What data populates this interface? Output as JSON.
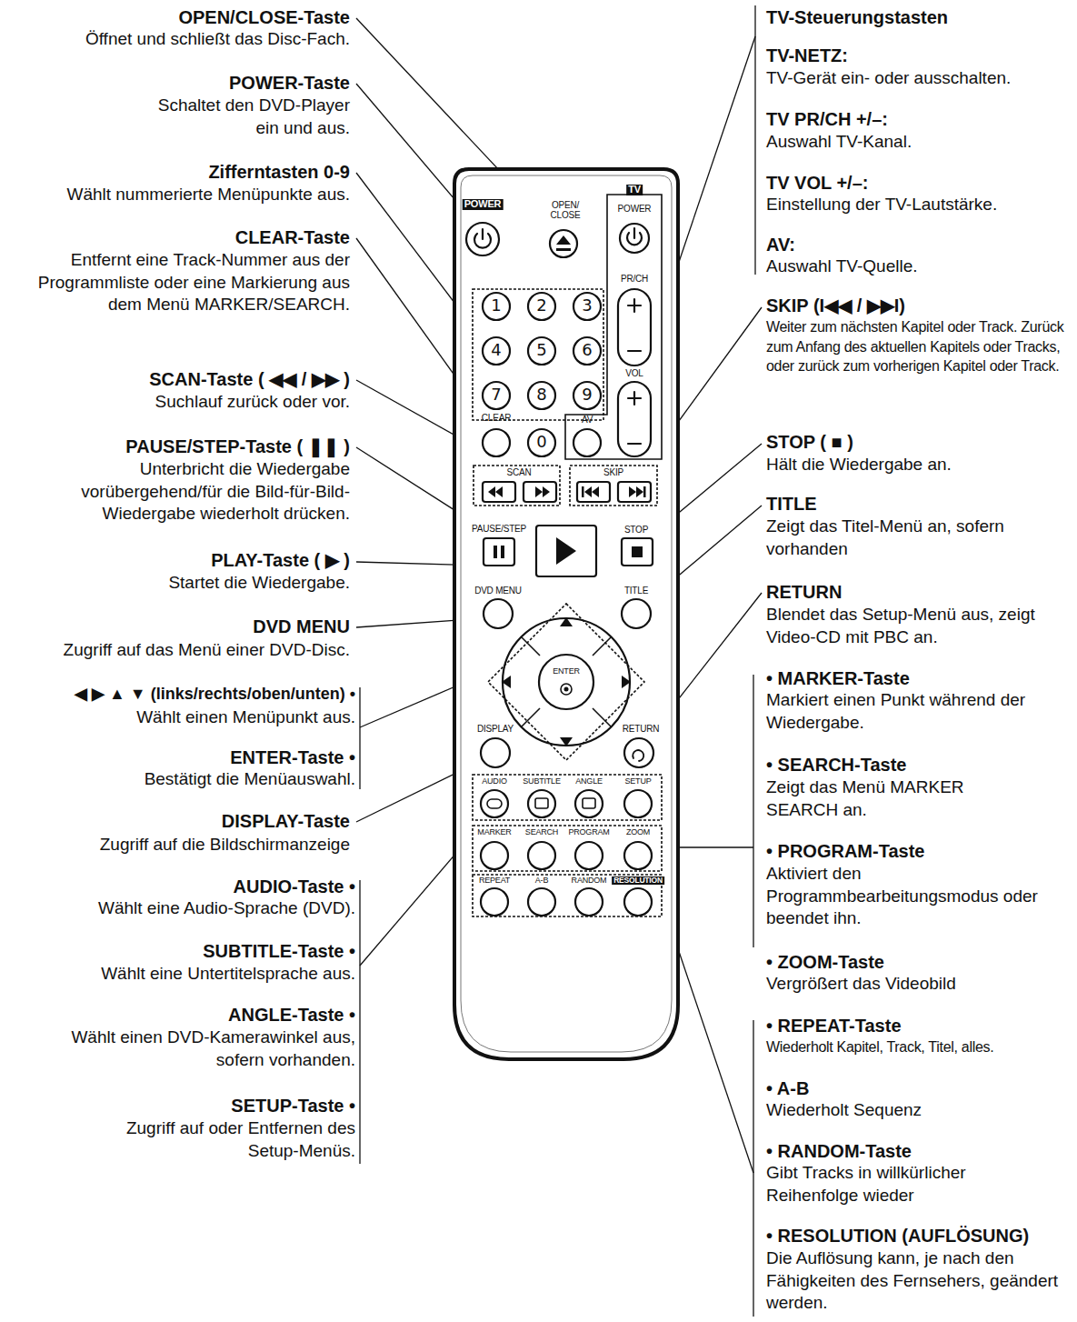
{
  "diagram": {
    "labels": [
      "OPEN/CLOSE-Taste",
      "Öffnet und schließt das Disc-Fach.",
      "POWER-Taste",
      "Schaltet den DVD-Player ein und aus.",
      "Zifferntasten 0-9",
      "Wählt nummerierte Menüpunkte aus.",
      "CLEAR-Taste",
      "Entfernt eine Track-Nummer aus der Programmliste oder eine Markierung aus dem Menü MARKER/SEARCH.",
      "SCAN-Taste ( ◀◀ / ▶▶ )",
      "Suchlauf zurück oder vor.",
      "PAUSE/STEP-Taste ( ❚❚ )",
      "Unterbricht die Wiedergabe vorübergehend/für die Bild-für-Bild-Wiedergabe wiederholt drücken.",
      "PLAY-Taste ( ▶ )",
      "Startet die Wiedergabe.",
      "DVD MENU",
      "Zugriff auf das Menü einer DVD-Disc.",
      "◀ ▶ ▲ ▼ (links/rechts/oben/unten) •",
      "Wählt einen Menüpunkt aus.",
      "ENTER-Taste •",
      "Bestätigt die Menüauswahl.",
      "DISPLAY-Taste",
      "Zugriff auf die Bildschirmanzeige",
      "AUDIO-Taste •",
      "Wählt eine Audio-Sprache (DVD).",
      "SUBTITLE-Taste •",
      "Wählt eine Untertitelsprache aus.",
      "ANGLE-Taste •",
      "Wählt einen DVD-Kamerawinkel aus, sofern vorhanden.",
      "SETUP-Taste •",
      "Zugriff auf oder Entfernen des Setup-Menüs.",
      "TV-Steuerungstasten",
      "TV-NETZ:",
      "TV-Gerät ein- oder ausschalten.",
      "TV PR/CH +/–:",
      "Auswahl TV-Kanal.",
      "TV VOL +/–:",
      "Einstellung der TV-Lautstärke.",
      "AV:",
      "Auswahl TV-Quelle.",
      "SKIP (I◀◀ / ▶▶I)",
      "Weiter zum nächsten Kapitel oder Track. Zurück zum Anfang des aktuellen Kapitels oder Tracks, oder zurück zum vorherigen Kapitel oder Track.",
      "STOP ( ■ )",
      "Hält die Wiedergabe an.",
      "TITLE",
      "Zeigt das Titel-Menü an, sofern vorhanden",
      "RETURN",
      "Blendet das Setup-Menü aus, zeigt Video-CD mit PBC an.",
      "• MARKER-Taste",
      "Markiert einen Punkt während der Wiedergabe.",
      "• SEARCH-Taste",
      "Zeigt das Menü MARKER SEARCH an.",
      "• PROGRAM-Taste",
      "Aktiviert den Programmbearbeitungsmodus oder beendet ihn.",
      "• ZOOM-Taste",
      "Vergrößert das Videobild",
      "• REPEAT-Taste",
      "Wiederholt Kapitel, Track, Titel, alles.",
      "• A-B",
      "Wiederholt Sequenz",
      "• RANDOM-Taste",
      "Gibt Tracks in willkürlicher Reihenfolge wieder",
      "• RESOLUTION (AUFLÖSUNG)",
      "Die Auflösung kann, je nach den Fähigkeiten des Fernsehers, geändert werden.",
      "POWER",
      "OPEN/ CLOSE",
      "TV",
      "POWER",
      "PR/CH",
      "1",
      "2",
      "3",
      "4",
      "5",
      "6",
      "7",
      "8",
      "9",
      "CLEAR",
      "0",
      "AV",
      "VOL",
      "SCAN",
      "SKIP",
      "PAUSE/STEP",
      "STOP",
      "DVD MENU",
      "TITLE",
      "ENTER",
      "DISPLAY",
      "RETURN",
      "AUDIO",
      "SUBTITLE",
      "ANGLE",
      "SETUP",
      "MARKER",
      "SEARCH",
      "PROGRAM",
      "ZOOM",
      "REPEAT",
      "A-B",
      "RANDOM",
      "RESOLUTION"
    ]
  }
}
